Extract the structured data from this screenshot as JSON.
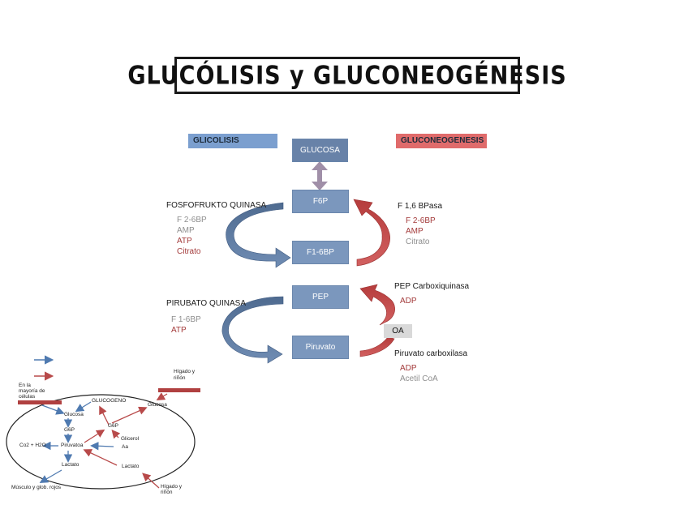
{
  "title": "GLUCÓLISIS y GLUCONEOGÉNESIS",
  "legend": {
    "glicolisis": "GLICOLISIS",
    "gluconeogenesis": "GLUCONEOGENESIS"
  },
  "colors": {
    "blue": "#7b97bd",
    "red": "#e06b6b",
    "arrow_blue": "#5a7599",
    "arrow_red": "#c04848"
  },
  "nodes": {
    "glucosa": "GLUCOSA",
    "f6p": "F6P",
    "f16bp": "F1-6BP",
    "pep": "PEP",
    "piruvato": "Piruvato",
    "oa": "OA"
  },
  "left_enzymes": {
    "pfk": {
      "name": "FOSFOFRUKTO QUINASA",
      "reg1": "F 2-6BP",
      "reg2": "AMP",
      "reg3": "ATP",
      "reg4": "Citrato"
    },
    "pk": {
      "name": "PIRUBATO QUINASA",
      "reg1": "F 1-6BP",
      "reg2": "ATP"
    }
  },
  "right_enzymes": {
    "f16bpasa": {
      "name": "F 1,6 BPasa",
      "reg1": "F 2-6BP",
      "reg2": "AMP",
      "reg3": "Citrato"
    },
    "pepck": {
      "name": "PEP Carboxiquinasa",
      "reg1": "ADP"
    },
    "pc": {
      "name": "Piruvato carboxilasa",
      "reg1": "ADP",
      "reg2": "Acetil CoA"
    }
  },
  "mini_diagram": {
    "top_left_note": [
      "En la",
      "mayoría de",
      "células"
    ],
    "top_right_note": [
      "Hígado y",
      "riñón"
    ],
    "bottom_right_note": [
      "Hígado y",
      "riñón"
    ],
    "glucogeno": "GLUCOGENO",
    "glucosa_left": "Glucosa",
    "glucosa_right": "Glucosa",
    "g6p_left": "G6P",
    "g6p_center": "G6P",
    "piruvato": "Piruvatoa",
    "co2": "Co2 + H2O",
    "lactato_left": "Lactato",
    "lactato_center": "Lactato",
    "glicerol": "Glicerol",
    "aa": "Aa",
    "musculo": "Músculo y glob. rojos"
  }
}
